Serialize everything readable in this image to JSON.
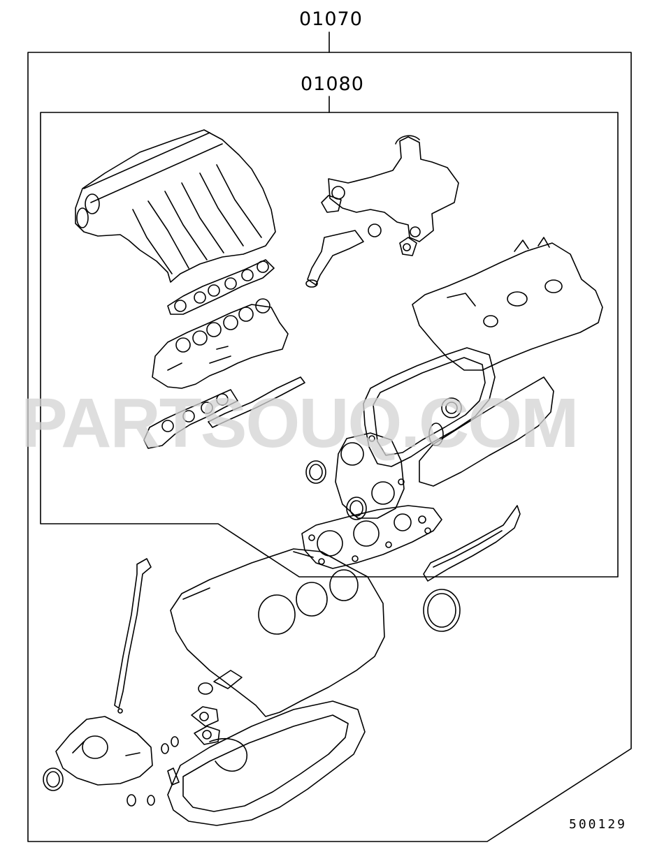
{
  "diagram": {
    "outer_kit_label": "01070",
    "inner_kit_label": "01080",
    "diagram_code": "500129",
    "watermark": "PARTSOUQ.COM",
    "line_color": "#000000",
    "background_color": "#ffffff"
  }
}
